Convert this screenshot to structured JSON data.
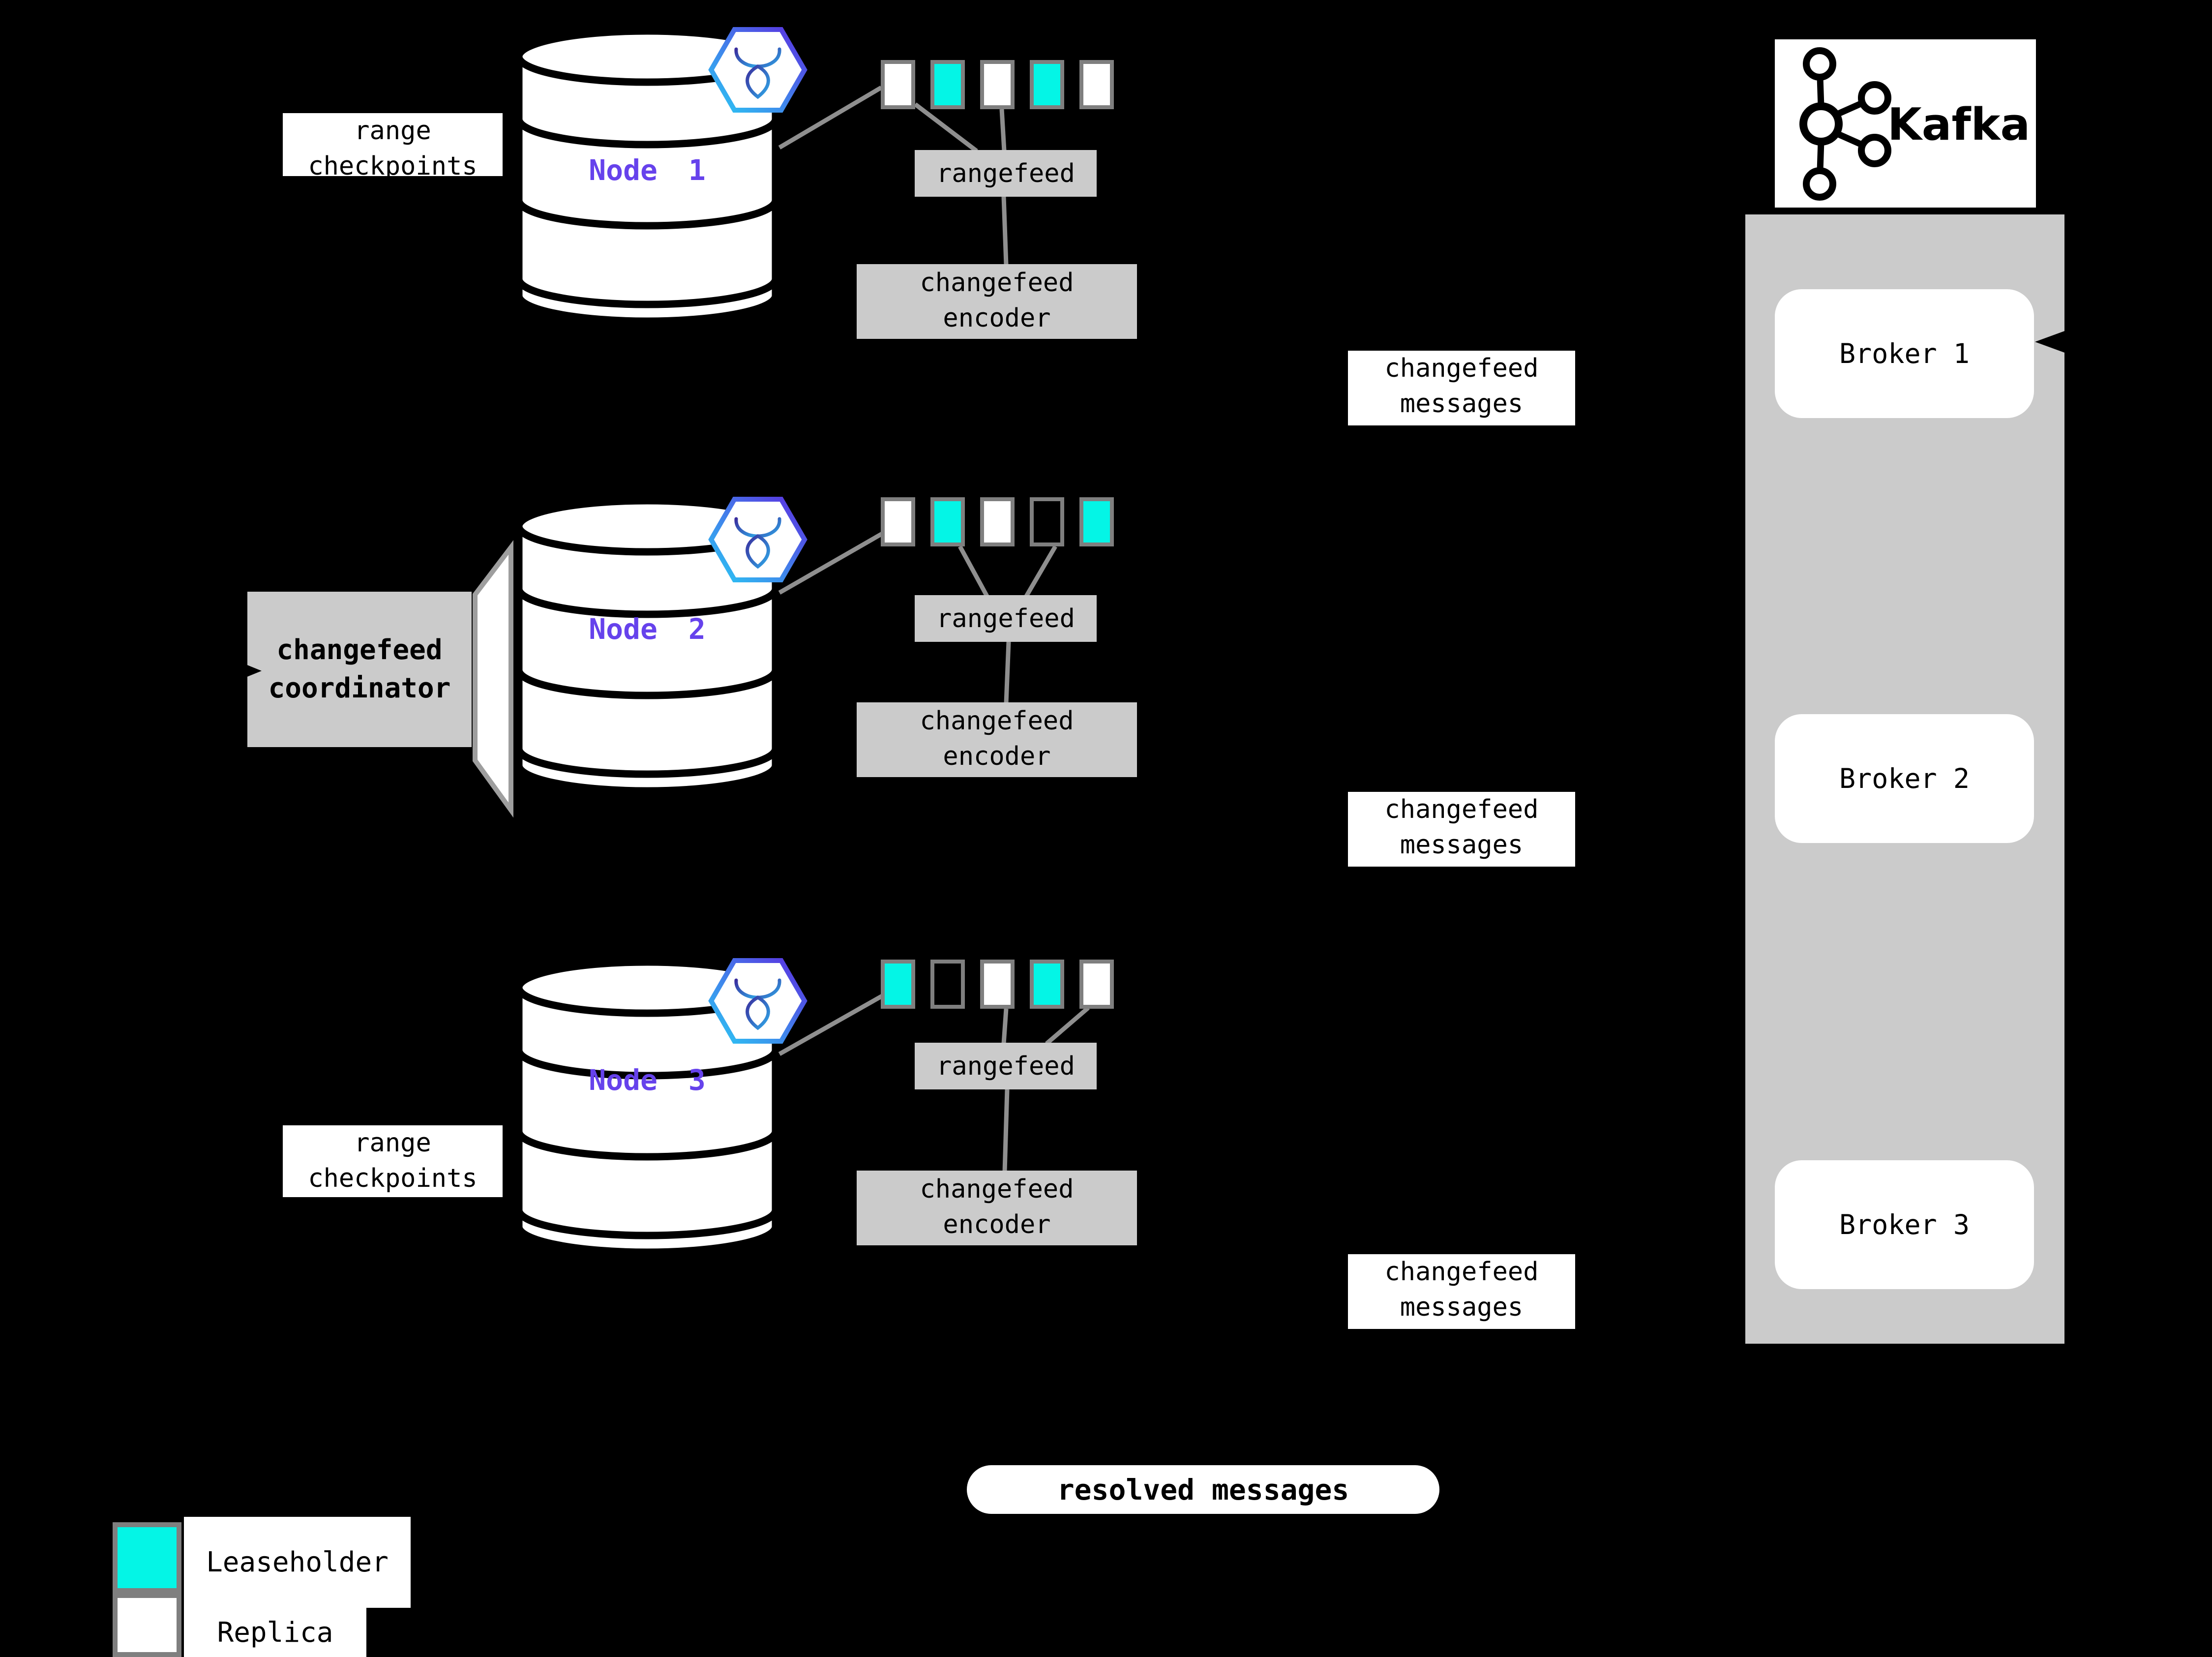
{
  "colors": {
    "background": "#000000",
    "leaseholder": "#04F5E6",
    "replica": "#FFFFFF",
    "empty_range": "transparent",
    "box_gray": "#CBCBCB",
    "range_border_gray": "#7F7F7F",
    "connector_gray": "#8F8F8F",
    "node_purple": "#6642EC",
    "hex_gradient_start": "#2BC9F4",
    "hex_gradient_end": "#5B2EE0"
  },
  "nodes": [
    {
      "name": "Node 1",
      "rangefeed": "rangefeed",
      "encoder": "changefeed encoder",
      "messages": "changefeed messages",
      "ranges": [
        "replica",
        "leaseholder",
        "replica",
        "leaseholder",
        "replica"
      ]
    },
    {
      "name": "Node 2",
      "rangefeed": "rangefeed",
      "encoder": "changefeed encoder",
      "messages": "changefeed messages",
      "ranges": [
        "replica",
        "leaseholder",
        "replica",
        "empty",
        "leaseholder"
      ]
    },
    {
      "name": "Node 3",
      "rangefeed": "rangefeed",
      "encoder": "changefeed encoder",
      "messages": "changefeed messages",
      "ranges": [
        "leaseholder",
        "empty",
        "replica",
        "leaseholder",
        "replica"
      ]
    }
  ],
  "labels": {
    "range_checkpoints": "range checkpoints",
    "coordinator": "changefeed coordinator",
    "resolved": "resolved messages"
  },
  "kafka": {
    "title": "Kafka",
    "brokers": [
      {
        "label": "Broker 1"
      },
      {
        "label": "Broker 2"
      },
      {
        "label": "Broker 3"
      }
    ]
  },
  "legend": {
    "items": [
      {
        "key": "leaseholder",
        "label": "Leaseholder"
      },
      {
        "key": "replica",
        "label": "Replica"
      }
    ]
  }
}
